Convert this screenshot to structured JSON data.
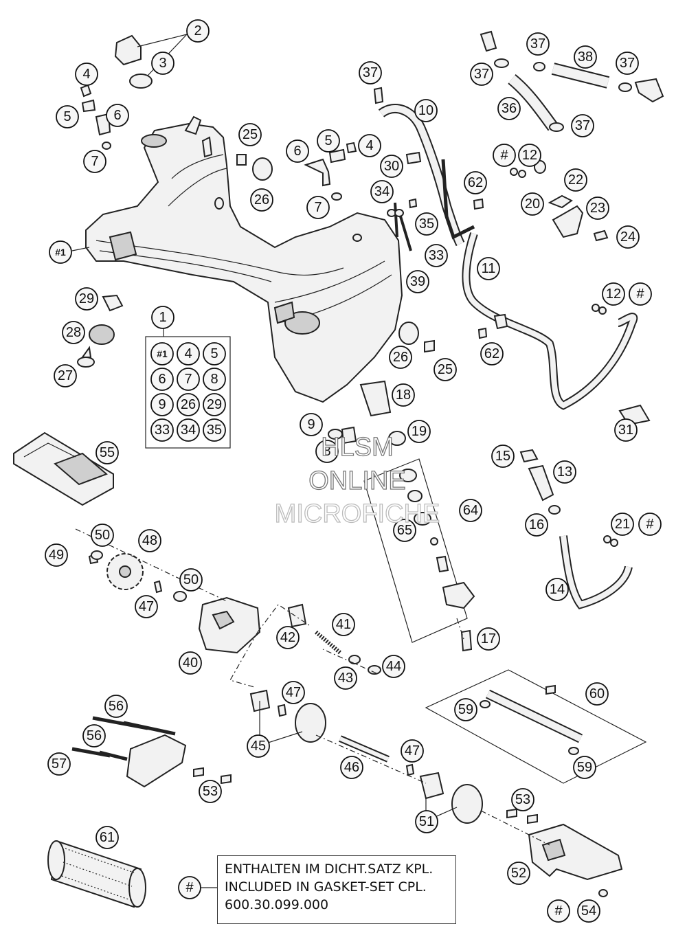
{
  "diagram": {
    "watermark": [
      "HLSM",
      "ONLINE",
      "MICROFICHE"
    ],
    "kit_contents": [
      "#1",
      "4",
      "5",
      "6",
      "7",
      "8",
      "9",
      "26",
      "29",
      "33",
      "34",
      "35"
    ],
    "note": {
      "marker": "#",
      "line1": "ENTHALTEN IM DICHT.SATZ KPL.",
      "line2": "INCLUDED IN GASKET-SET CPL.",
      "line3": "600.30.099.000"
    },
    "callouts": [
      "1",
      "2",
      "3",
      "4",
      "5",
      "6",
      "7",
      "8",
      "9",
      "10",
      "11",
      "12",
      "13",
      "14",
      "15",
      "16",
      "17",
      "18",
      "19",
      "20",
      "21",
      "22",
      "23",
      "24",
      "25",
      "26",
      "27",
      "28",
      "29",
      "30",
      "31",
      "33",
      "34",
      "35",
      "36",
      "37",
      "38",
      "39",
      "40",
      "41",
      "42",
      "43",
      "44",
      "45",
      "46",
      "47",
      "48",
      "49",
      "50",
      "51",
      "52",
      "53",
      "54",
      "55",
      "56",
      "57",
      "59",
      "60",
      "61",
      "62",
      "64",
      "65",
      "#1",
      "#"
    ]
  }
}
